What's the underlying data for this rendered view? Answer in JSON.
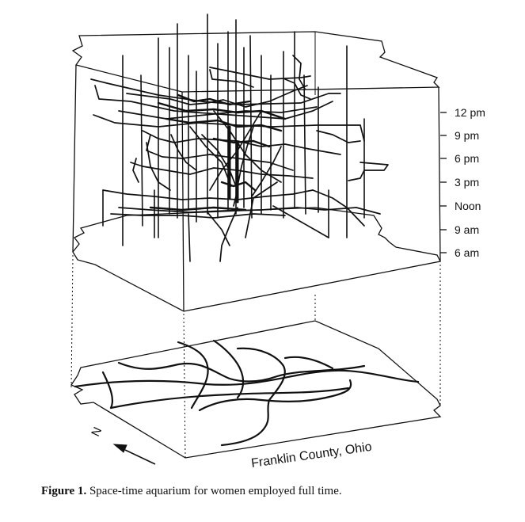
{
  "time_axis": {
    "ticks": [
      "12 pm",
      "9 pm",
      "6 pm",
      "3 pm",
      "Noon",
      "9 am",
      "6 am"
    ]
  },
  "base_map": {
    "label": "Franklin County, Ohio",
    "north_letter": "N"
  },
  "caption": {
    "lead": "Figure 1.",
    "text": "Space-time aquarium for women employed full time."
  },
  "colors": {
    "ink": "#111111",
    "background": "#ffffff"
  }
}
